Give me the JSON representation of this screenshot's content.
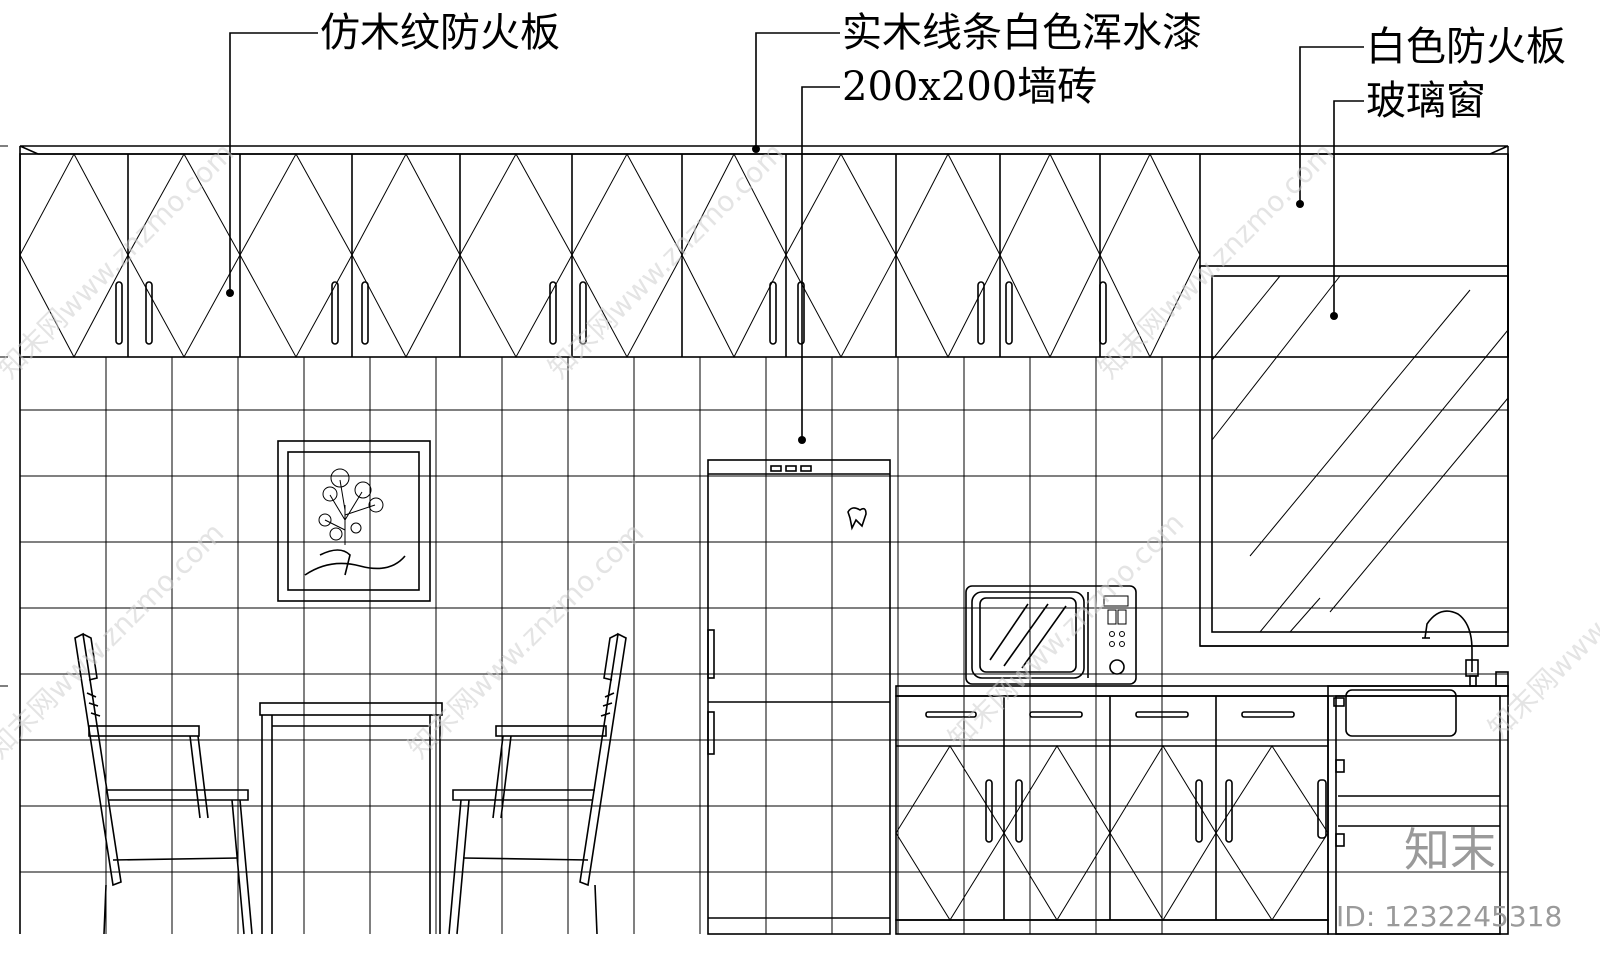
{
  "annotations": {
    "wood_grain_board": "仿木纹防火板",
    "solid_wood_trim": "实木线条白色浑水漆",
    "wall_tile": "200x200墙砖",
    "white_fire_board": "白色防火板",
    "glass_window": "玻璃窗"
  },
  "watermark": {
    "site": "知末网www.znzmo.com",
    "brand": "知末",
    "id_label": "ID: 1232245318"
  },
  "colors": {
    "line": "#000000",
    "background": "#ffffff",
    "watermark": "#9a9a9a"
  }
}
